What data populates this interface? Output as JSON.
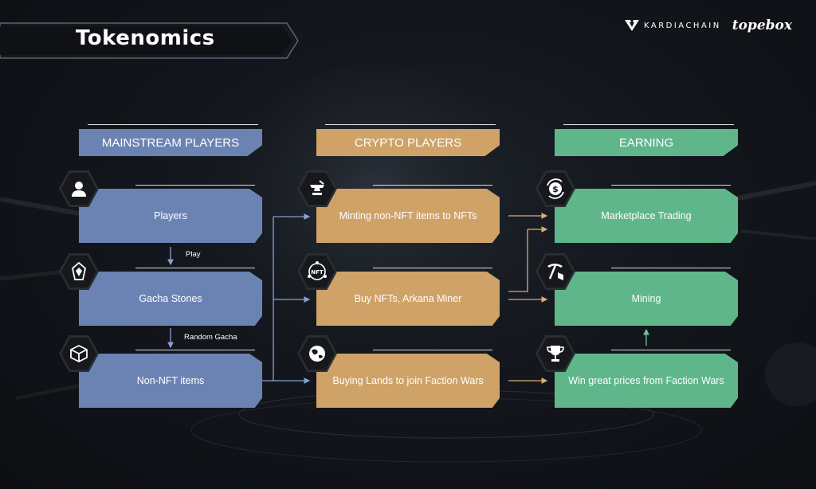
{
  "title": "Tokenomics",
  "brands": {
    "kardiachain": "KARDIACHAIN",
    "topebox": "topebox"
  },
  "colors": {
    "mainstream": "#6b83b3",
    "crypto": "#cfa268",
    "earning": "#5fb68a"
  },
  "columns": {
    "mainstream": {
      "header": "MAINSTREAM PLAYERS",
      "items": [
        {
          "label": "Players",
          "icon": "user-icon"
        },
        {
          "label": "Gacha Stones",
          "icon": "gacha-stone-icon"
        },
        {
          "label": "Non-NFT items",
          "icon": "cube-icon"
        }
      ],
      "flow_labels": [
        "Play",
        "Random Gacha"
      ]
    },
    "crypto": {
      "header": "CRYPTO PLAYERS",
      "items": [
        {
          "label": "Minting non-NFT items to NFTs",
          "icon": "anvil-icon"
        },
        {
          "label": "Buy NFTs, Arkana Miner",
          "icon": "nft-icon",
          "icon_text": "NFT"
        },
        {
          "label": "Buying Lands to join Faction Wars",
          "icon": "planet-icon"
        }
      ]
    },
    "earning": {
      "header": "EARNING",
      "items": [
        {
          "label": "Marketplace Trading",
          "icon": "dollar-exchange-icon"
        },
        {
          "label": "Mining",
          "icon": "pickaxe-icon"
        },
        {
          "label": "Win great prices from Faction Wars",
          "icon": "trophy-icon"
        }
      ]
    }
  }
}
